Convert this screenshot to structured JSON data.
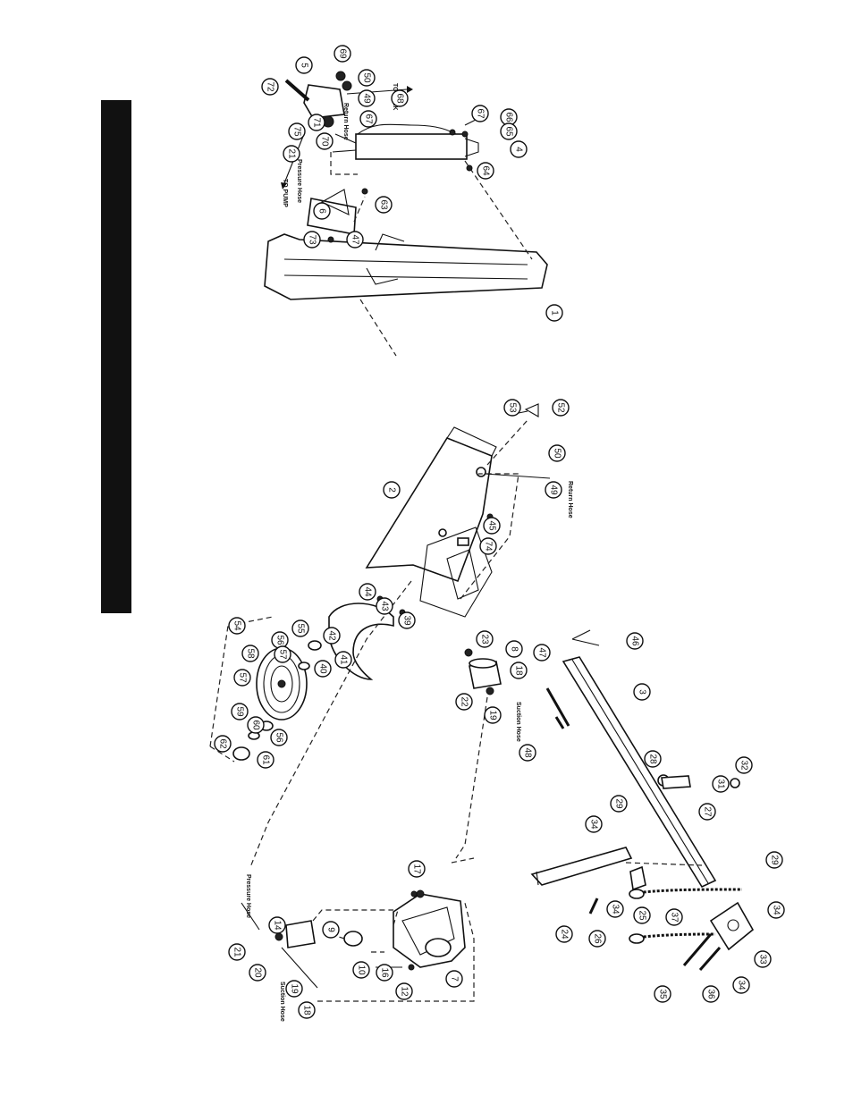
{
  "sidebar": {
    "color": "#111111"
  },
  "callouts": [
    {
      "n": "5",
      "r": 90
    },
    {
      "n": "69",
      "r": 90
    },
    {
      "n": "50",
      "r": 90
    },
    {
      "n": "49",
      "r": 90
    },
    {
      "n": "72",
      "r": 90
    },
    {
      "n": "75",
      "r": 90
    },
    {
      "n": "71",
      "r": 90
    },
    {
      "n": "70",
      "r": 90
    },
    {
      "n": "67",
      "r": 90
    },
    {
      "n": "68",
      "r": 90
    },
    {
      "n": "21",
      "r": 90
    },
    {
      "n": "67",
      "r": 90
    },
    {
      "n": "66",
      "r": 90
    },
    {
      "n": "65",
      "r": 90
    },
    {
      "n": "4",
      "r": 90
    },
    {
      "n": "64",
      "r": 90
    },
    {
      "n": "6",
      "r": 90
    },
    {
      "n": "63",
      "r": 90
    },
    {
      "n": "73",
      "r": 90
    },
    {
      "n": "47",
      "r": 90
    },
    {
      "n": "1",
      "r": 90
    },
    {
      "n": "53",
      "r": 90
    },
    {
      "n": "52",
      "r": 90
    },
    {
      "n": "2",
      "r": 90
    },
    {
      "n": "50",
      "r": 90
    },
    {
      "n": "49",
      "r": 90
    },
    {
      "n": "45",
      "r": 90
    },
    {
      "n": "74",
      "r": 90
    },
    {
      "n": "44",
      "r": 90
    },
    {
      "n": "43",
      "r": 90
    },
    {
      "n": "39",
      "r": 90
    },
    {
      "n": "54",
      "r": 90
    },
    {
      "n": "55",
      "r": 90
    },
    {
      "n": "42",
      "r": 90
    },
    {
      "n": "56",
      "r": 90
    },
    {
      "n": "58",
      "r": 90
    },
    {
      "n": "57",
      "r": 90
    },
    {
      "n": "41",
      "r": 90
    },
    {
      "n": "40",
      "r": 90
    },
    {
      "n": "57",
      "r": 90
    },
    {
      "n": "59",
      "r": 90
    },
    {
      "n": "56",
      "r": 90
    },
    {
      "n": "60",
      "r": 90
    },
    {
      "n": "62",
      "r": 90
    },
    {
      "n": "61",
      "r": 90
    },
    {
      "n": "23",
      "r": 90
    },
    {
      "n": "8",
      "r": 90
    },
    {
      "n": "22",
      "r": 90
    },
    {
      "n": "18",
      "r": 90
    },
    {
      "n": "19",
      "r": 90
    },
    {
      "n": "46",
      "r": 90
    },
    {
      "n": "47",
      "r": 90
    },
    {
      "n": "3",
      "r": 90
    },
    {
      "n": "48",
      "r": 90
    },
    {
      "n": "28",
      "r": 90
    },
    {
      "n": "31",
      "r": 90
    },
    {
      "n": "32",
      "r": 90
    },
    {
      "n": "27",
      "r": 90
    },
    {
      "n": "29",
      "r": 90
    },
    {
      "n": "34",
      "r": 90
    },
    {
      "n": "17",
      "r": 90
    },
    {
      "n": "21",
      "r": 90
    },
    {
      "n": "20",
      "r": 90
    },
    {
      "n": "14",
      "r": 90
    },
    {
      "n": "9",
      "r": 90
    },
    {
      "n": "10",
      "r": 90
    },
    {
      "n": "16",
      "r": 90
    },
    {
      "n": "19",
      "r": 90
    },
    {
      "n": "18",
      "r": 90
    },
    {
      "n": "12",
      "r": 90
    },
    {
      "n": "7",
      "r": 90
    },
    {
      "n": "24",
      "r": 90
    },
    {
      "n": "25",
      "r": 90
    },
    {
      "n": "26",
      "r": 90
    },
    {
      "n": "34",
      "r": 90
    },
    {
      "n": "37",
      "r": 90
    },
    {
      "n": "29",
      "r": 90
    },
    {
      "n": "34",
      "r": 90
    },
    {
      "n": "33",
      "r": 90
    },
    {
      "n": "34",
      "r": 90
    },
    {
      "n": "35",
      "r": 90
    },
    {
      "n": "36",
      "r": 90
    }
  ],
  "labels": {
    "to_tank": "TO TANK",
    "return_hose_top": "Return Hose",
    "pressure_hose_top": "Pressure Hose",
    "to_pump": "TO PUMP",
    "return_hose_mid": "Return Hose",
    "suction_hose_mid": "Suction Hose",
    "pressure_hose_low": "Pressure Hose",
    "suction_hose_low": "Suction Hose"
  }
}
